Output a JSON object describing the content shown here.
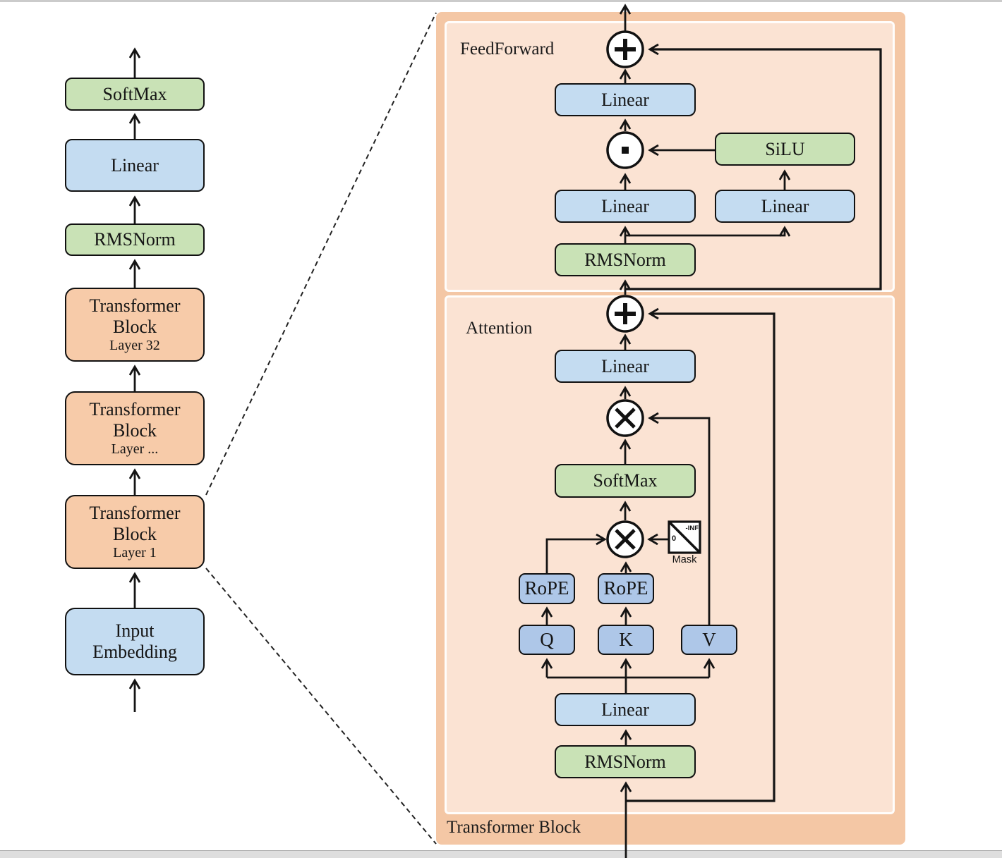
{
  "icons": {
    "residual_add_top": "plus-circle-icon",
    "residual_add_attention": "plus-circle-icon",
    "elementwise_product": "dot-circle-icon",
    "matmul_attention_values": "times-circle-icon",
    "matmul_query_key": "times-circle-icon",
    "arrowheads": "chevron-arrowhead",
    "mask_glyph": "diagonal-split-square"
  },
  "colors": {
    "green_block": "#c9e2b6",
    "blue_block": "#c4dcf1",
    "qkv_block": "#aec7e8",
    "orange_block": "#f7cba9",
    "panel_outer": "#f4c7a5",
    "panel_inner": "#fbe3d3",
    "line": "#141414"
  },
  "left_column": {
    "blocks": [
      {
        "label": "SoftMax"
      },
      {
        "label": "Linear"
      },
      {
        "label": "RMSNorm"
      },
      {
        "line1": "Transformer",
        "line2": "Block",
        "layer": "Layer 32"
      },
      {
        "line1": "Transformer",
        "line2": "Block",
        "layer": "Layer ..."
      },
      {
        "line1": "Transformer",
        "line2": "Block",
        "layer": "Layer 1"
      },
      {
        "line1": "Input",
        "line2": "Embedding"
      }
    ]
  },
  "right_panel": {
    "title": "Transformer Block",
    "feedforward": {
      "label": "FeedForward",
      "output_linear": "Linear",
      "silu": "SiLU",
      "gate_linear": "Linear",
      "up_linear": "Linear",
      "rmsnorm": "RMSNorm"
    },
    "attention": {
      "label": "Attention",
      "output_linear": "Linear",
      "softmax": "SoftMax",
      "rope_q": "RoPE",
      "rope_k": "RoPE",
      "q": "Q",
      "k": "K",
      "v": "V",
      "mask_label": "Mask",
      "mask_inf": "-INF",
      "mask_zero": "0",
      "input_linear": "Linear",
      "rmsnorm": "RMSNorm"
    }
  }
}
